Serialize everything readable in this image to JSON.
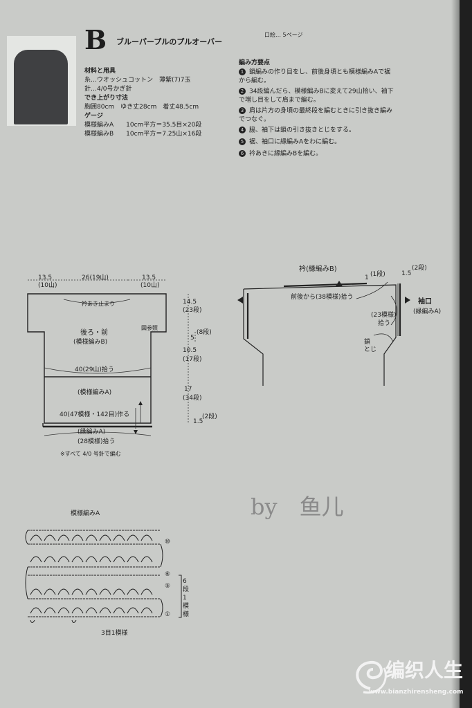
{
  "header": {
    "letter": "B",
    "title": "ブルーパープルのプルオーバー",
    "page_ref": "口絵… 5ページ"
  },
  "materials": {
    "heading": "材料と用具",
    "yarn": "糸…ウオッシュコットン　薄紫(7)7玉",
    "hook": "針…4/0号かぎ針",
    "size_heading": "でき上がり寸法",
    "size": "胸囲80cm　ゆき丈28cm　着丈48.5cm",
    "gauge_heading": "ゲージ",
    "gauge_a": "模様編みA　　10cm平方＝35.5目×20段",
    "gauge_b": "模様編みB　　10cm平方＝7.25山×16段"
  },
  "steps": {
    "heading": "編み方要点",
    "items": [
      {
        "n": "1",
        "lines": [
          "鎖編みの作り目をし、前後身頃とも模様編みAで裾",
          "から編む。"
        ]
      },
      {
        "n": "2",
        "lines": [
          "34段編んだら、模様編みBに変えて29山拾い、袖下",
          "で増し目をして肩まで編む。"
        ]
      },
      {
        "n": "3",
        "lines": [
          "肩は片方の身頃の最終段を編むときに引き抜き編み",
          "でつなぐ。"
        ]
      },
      {
        "n": "4",
        "lines": [
          "脇、袖下は鎖の引き抜きとじをする。"
        ]
      },
      {
        "n": "5",
        "lines": [
          "裾、袖口に縁編みAをわに編む。"
        ]
      },
      {
        "n": "6",
        "lines": [
          "衿あきに縁編みBを編む。"
        ]
      }
    ]
  },
  "body_diagram": {
    "top_left": "13.5",
    "top_left_sub": "(10山)",
    "top_mid": "26(19山)",
    "top_right": "13.5",
    "top_right_sub": "(10山)",
    "neck": "衿あき止まり",
    "name": "後ろ・前",
    "name_sub": "(模様編みB)",
    "see_fig": "図参照",
    "pickup": "40(29山)拾う",
    "pattern_a": "(模様編みA)",
    "foundation": "40(47模様・142目)作る",
    "edge_a": "(縁編みA)",
    "edge_pick": "(28模様)拾う",
    "note": "※すべて 4/0 号針で編む",
    "dims": [
      "14.5",
      "(23段)",
      "5",
      "(8段)",
      "10.5",
      "(17段)",
      "17",
      "(34段)",
      "1.5",
      "(2段)"
    ]
  },
  "side_diagram": {
    "collar": "衿(縁編みB)",
    "collar_rows": "1",
    "collar_rows_sub": "(1段)",
    "collar_pick": "前後から(38模様)拾う",
    "sleeve_rows": "1.5",
    "sleeve_rows_sub": "(2段)",
    "cuff": "袖口",
    "cuff_sub": "(縁編みA)",
    "cuff_pick": "(23模様)",
    "cuff_pick_sub": "拾う",
    "seam": "鎖",
    "seam_sub": "とじ"
  },
  "chart": {
    "title": "模様編みA",
    "markers": [
      "⑩",
      "⑥",
      "⑤",
      "①"
    ],
    "repeat": "6段1模様",
    "stitch_repeat": "3目1模様"
  },
  "handwriting": "by　鱼儿",
  "watermark": {
    "name": "编织人生",
    "url": "www.bianzhirensheng.com"
  }
}
